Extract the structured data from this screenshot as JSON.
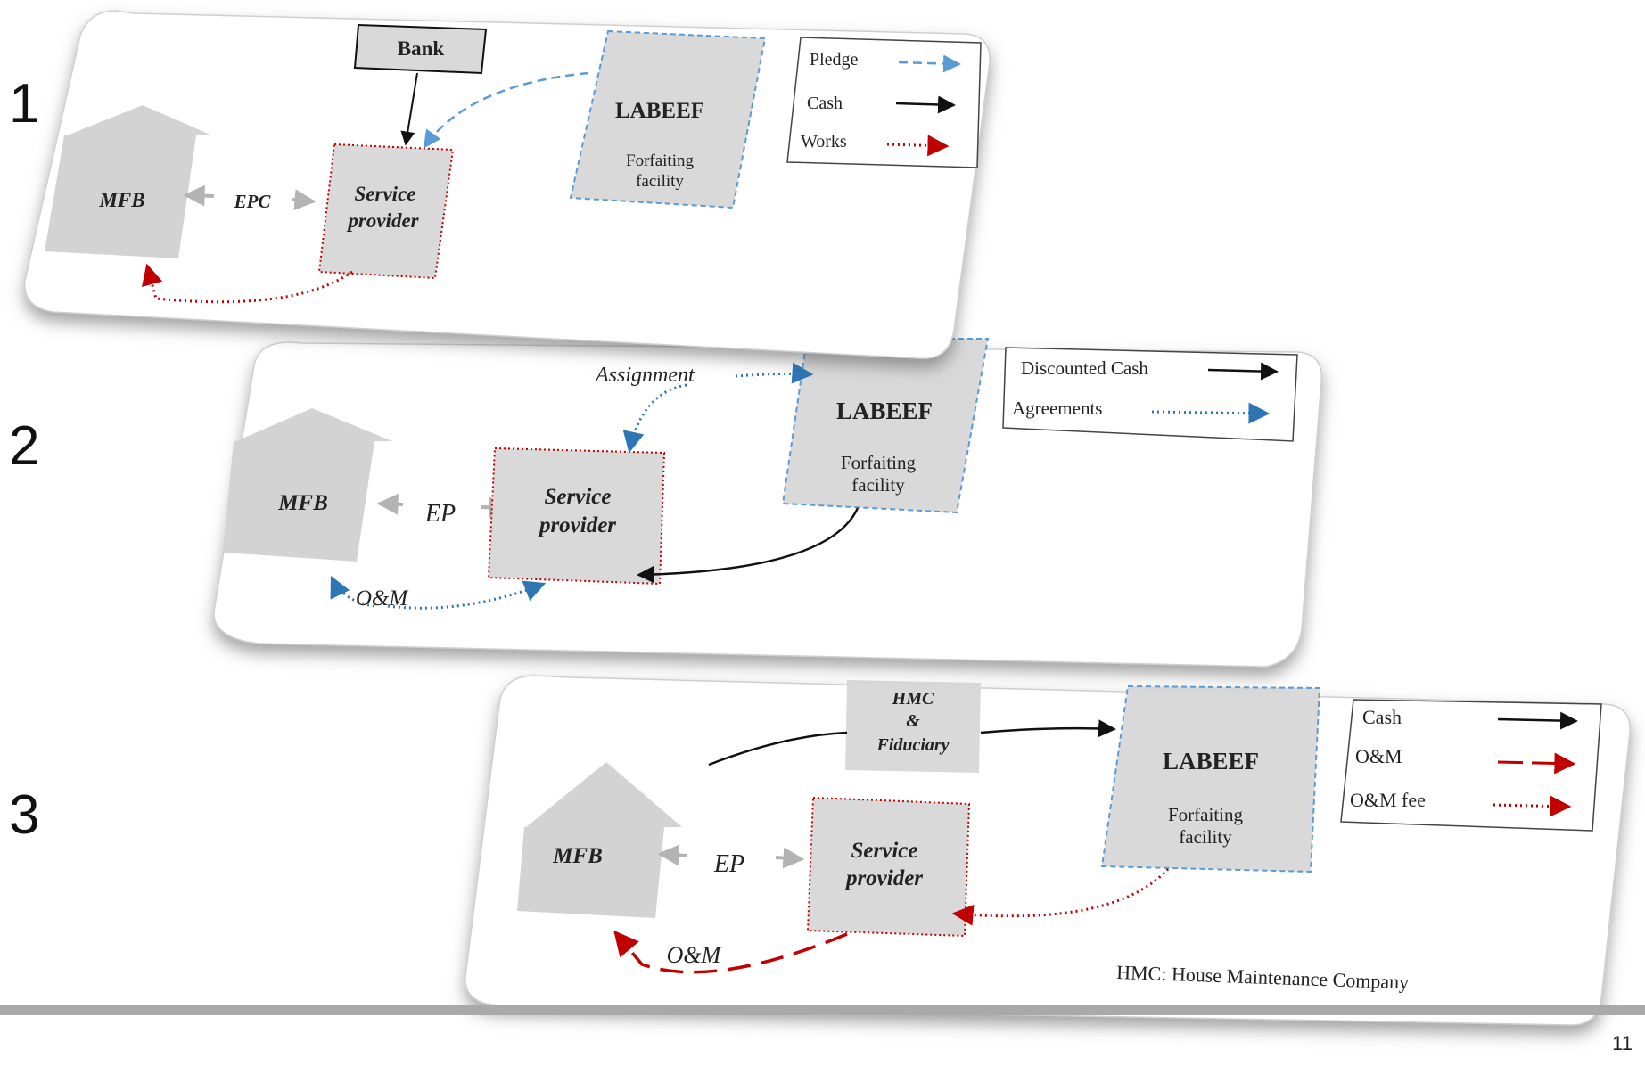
{
  "steps": [
    "1",
    "2",
    "3"
  ],
  "panel1": {
    "mfb": "MFB",
    "epc": "EPC",
    "service_line1": "Service",
    "service_line2": "provider",
    "bank": "Bank",
    "labeef": "LABEEF",
    "forfaiting_line1": "Forfaiting",
    "forfaiting_line2": "facility",
    "legend": [
      {
        "label": "Pledge",
        "style": "dashed",
        "color": "#5b9bd5"
      },
      {
        "label": "Cash",
        "style": "solid",
        "color": "#111111"
      },
      {
        "label": "Works",
        "style": "dotted",
        "color": "#c00000"
      }
    ]
  },
  "panel2": {
    "mfb": "MFB",
    "ep": "EP",
    "service_line1": "Service",
    "service_line2": "provider",
    "labeef": "LABEEF",
    "forfaiting_line1": "Forfaiting",
    "forfaiting_line2": "facility",
    "assignment": "Assignment",
    "om": "O&M",
    "legend": [
      {
        "label": "Discounted Cash",
        "style": "solid",
        "color": "#111111"
      },
      {
        "label": "Agreements",
        "style": "dotted",
        "color": "#2e75b6"
      }
    ]
  },
  "panel3": {
    "mfb": "MFB",
    "ep": "EP",
    "service_line1": "Service",
    "service_line2": "provider",
    "hmc_line1": "HMC",
    "hmc_line2": "&",
    "hmc_line3": "Fiduciary",
    "labeef": "LABEEF",
    "forfaiting_line1": "Forfaiting",
    "forfaiting_line2": "facility",
    "om": "O&M",
    "footnote": "HMC: House Maintenance Company",
    "legend": [
      {
        "label": "Cash",
        "style": "solid",
        "color": "#111111"
      },
      {
        "label": "O&M",
        "style": "dashed",
        "color": "#c00000"
      },
      {
        "label": "O&M fee",
        "style": "dotted",
        "color": "#c00000"
      }
    ]
  },
  "footer": {
    "page_number": "11",
    "bar_color": "#a9a9a9"
  },
  "colors": {
    "box_fill": "#d9d9d9",
    "house_fill": "#d3d3d3",
    "red": "#c00000",
    "blue_dashed": "#5b9bd5",
    "blue_dotted": "#2e75b6",
    "grey_arrow": "#b3b3b3"
  }
}
